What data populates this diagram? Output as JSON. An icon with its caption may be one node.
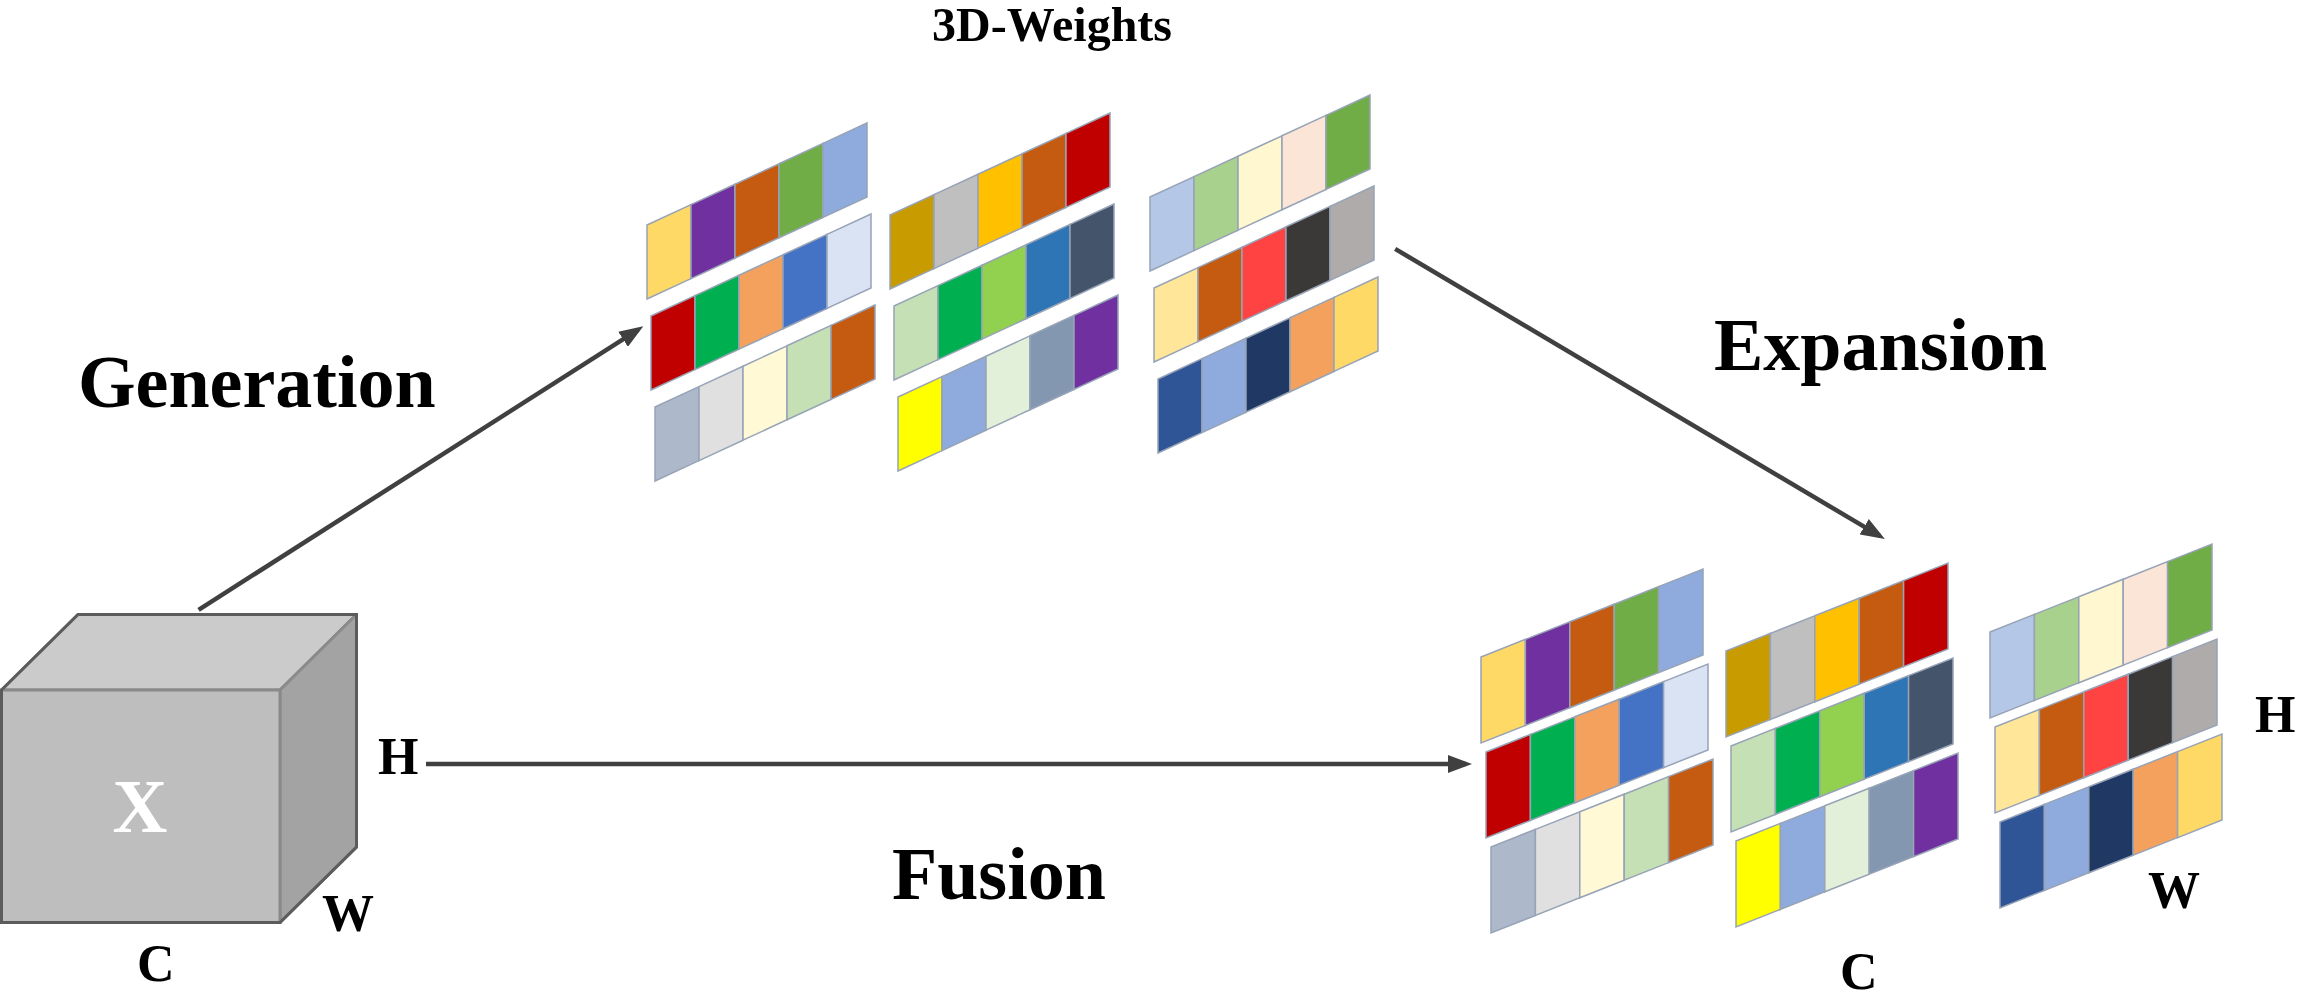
{
  "diagram": {
    "nodes": [
      {
        "text": [
          "X"
        ],
        "beside": [
          "H",
          "W",
          "C"
        ]
      },
      {
        "text": [
          "3D-Weights"
        ]
      },
      {
        "text": [
          "W"
        ],
        "beside": [
          "H",
          "C"
        ]
      }
    ],
    "edges": [
      {
        "from": 0,
        "to": 1,
        "arrow": "to",
        "label": "Generation"
      },
      {
        "from": 1,
        "to": 2,
        "arrow": "to",
        "label": "Expansion"
      },
      {
        "from": 0,
        "to": 2,
        "arrow": "to",
        "label": "Fusion"
      }
    ]
  }
}
